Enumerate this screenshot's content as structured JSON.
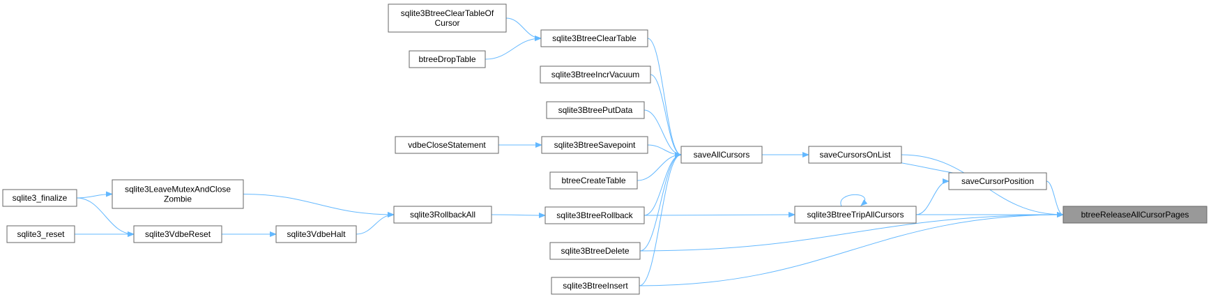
{
  "diagram": {
    "title": "",
    "colors": {
      "edge": "#63b8ff",
      "node_border": "#666666",
      "highlight_fill": "#999999",
      "node_fill": "#ffffff"
    },
    "nodes": {
      "n_btreeRelease": {
        "label": [
          "btreeReleaseAllCursorPages"
        ],
        "highlight": true
      },
      "n_saveCursorsOnList": {
        "label": [
          "saveCursorsOnList"
        ]
      },
      "n_saveCursorPosition": {
        "label": [
          "saveCursorPosition"
        ]
      },
      "n_tripAll": {
        "label": [
          "sqlite3BtreeTripAllCursors"
        ]
      },
      "n_saveAllCursors": {
        "label": [
          "saveAllCursors"
        ]
      },
      "n_clearTableOfCursor": {
        "label": [
          "sqlite3BtreeClearTableOf",
          "Cursor"
        ]
      },
      "n_clearTable": {
        "label": [
          "sqlite3BtreeClearTable"
        ]
      },
      "n_btreeDropTable": {
        "label": [
          "btreeDropTable"
        ]
      },
      "n_incrVacuum": {
        "label": [
          "sqlite3BtreeIncrVacuum"
        ]
      },
      "n_putData": {
        "label": [
          "sqlite3BtreePutData"
        ]
      },
      "n_vdbeCloseStatement": {
        "label": [
          "vdbeCloseStatement"
        ]
      },
      "n_savepoint": {
        "label": [
          "sqlite3BtreeSavepoint"
        ]
      },
      "n_btreeCreateTable": {
        "label": [
          "btreeCreateTable"
        ]
      },
      "n_rollback": {
        "label": [
          "sqlite3BtreeRollback"
        ]
      },
      "n_delete": {
        "label": [
          "sqlite3BtreeDelete"
        ]
      },
      "n_insert": {
        "label": [
          "sqlite3BtreeInsert"
        ]
      },
      "n_rollbackAll": {
        "label": [
          "sqlite3RollbackAll"
        ]
      },
      "n_vdbeHalt": {
        "label": [
          "sqlite3VdbeHalt"
        ]
      },
      "n_vdbeReset": {
        "label": [
          "sqlite3VdbeReset"
        ]
      },
      "n_leaveMutex": {
        "label": [
          "sqlite3LeaveMutexAndClose",
          "Zombie"
        ]
      },
      "n_finalize": {
        "label": [
          "sqlite3_finalize"
        ]
      },
      "n_reset": {
        "label": [
          "sqlite3_reset"
        ]
      }
    },
    "edges": [
      {
        "from": "n_saveCursorsOnList",
        "to": "n_btreeRelease"
      },
      {
        "from": "n_saveCursorPosition",
        "to": "n_btreeRelease"
      },
      {
        "from": "n_tripAll",
        "to": "n_btreeRelease"
      },
      {
        "from": "n_delete",
        "to": "n_btreeRelease"
      },
      {
        "from": "n_insert",
        "to": "n_btreeRelease"
      },
      {
        "from": "n_saveCursorPosition",
        "to": "n_saveCursorsOnList"
      },
      {
        "from": "n_tripAll",
        "to": "n_saveCursorPosition"
      },
      {
        "from": "n_tripAll",
        "to": "n_tripAll"
      },
      {
        "from": "n_saveAllCursors",
        "to": "n_saveCursorsOnList"
      },
      {
        "from": "n_rollback",
        "to": "n_tripAll"
      },
      {
        "from": "n_clearTable",
        "to": "n_saveAllCursors"
      },
      {
        "from": "n_incrVacuum",
        "to": "n_saveAllCursors"
      },
      {
        "from": "n_putData",
        "to": "n_saveAllCursors"
      },
      {
        "from": "n_savepoint",
        "to": "n_saveAllCursors"
      },
      {
        "from": "n_btreeCreateTable",
        "to": "n_saveAllCursors"
      },
      {
        "from": "n_rollback",
        "to": "n_saveAllCursors"
      },
      {
        "from": "n_delete",
        "to": "n_saveAllCursors"
      },
      {
        "from": "n_insert",
        "to": "n_saveAllCursors"
      },
      {
        "from": "n_clearTableOfCursor",
        "to": "n_clearTable"
      },
      {
        "from": "n_btreeDropTable",
        "to": "n_clearTable"
      },
      {
        "from": "n_vdbeCloseStatement",
        "to": "n_savepoint"
      },
      {
        "from": "n_rollbackAll",
        "to": "n_rollback"
      },
      {
        "from": "n_leaveMutex",
        "to": "n_rollbackAll"
      },
      {
        "from": "n_vdbeHalt",
        "to": "n_rollbackAll"
      },
      {
        "from": "n_vdbeReset",
        "to": "n_vdbeHalt"
      },
      {
        "from": "n_finalize",
        "to": "n_leaveMutex"
      },
      {
        "from": "n_finalize",
        "to": "n_vdbeReset"
      },
      {
        "from": "n_reset",
        "to": "n_vdbeReset"
      }
    ]
  }
}
